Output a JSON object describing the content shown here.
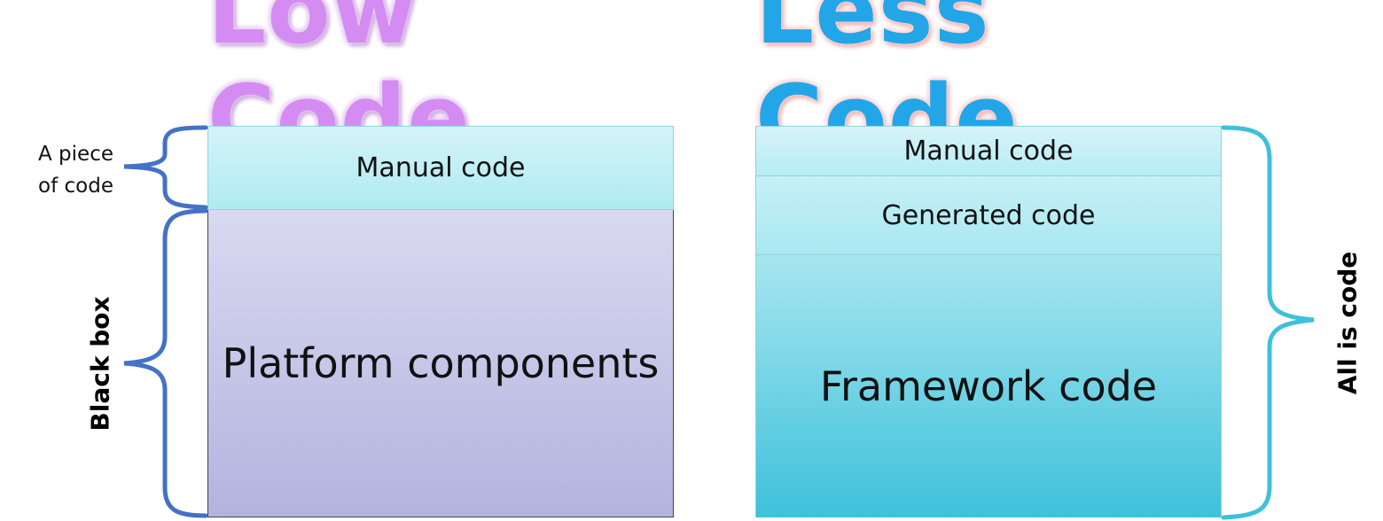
{
  "titles": {
    "left": "Low Code",
    "right": "Less Code"
  },
  "left_stack": {
    "manual": "Manual code",
    "platform": "Platform components"
  },
  "right_stack": {
    "manual": "Manual code",
    "generated": "Generated code",
    "framework": "Framework code"
  },
  "annotations": {
    "piece_line1": "A piece",
    "piece_line2": "of code",
    "black_box": "Black box",
    "all_is_code": "All is code"
  },
  "colors": {
    "left_brace": "#4472c4",
    "right_brace": "#3ec1d8",
    "title_left": "#d58cf2",
    "title_right": "#22a6e8"
  }
}
